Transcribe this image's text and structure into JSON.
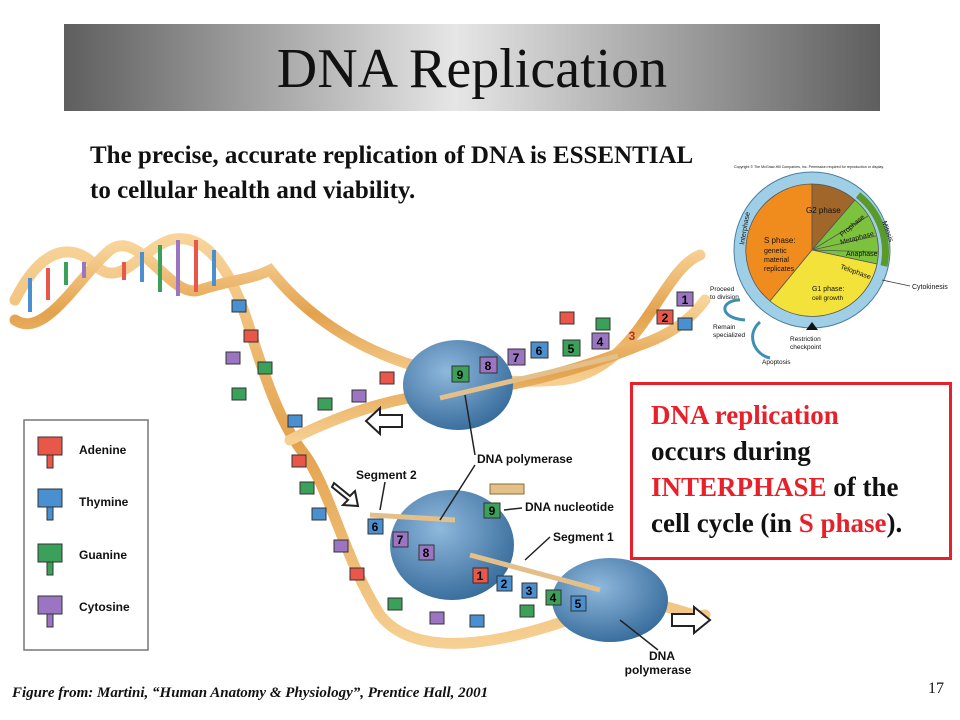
{
  "title": "DNA Replication",
  "subtitle": {
    "line1": "The precise, accurate replication of DNA is ESSENTIAL",
    "line2": "to cellular health and viability."
  },
  "legend": [
    {
      "label": "Adenine",
      "color": "#e8574a"
    },
    {
      "label": "Thymine",
      "color": "#4a8fd0"
    },
    {
      "label": "Guanine",
      "color": "#3aa05a"
    },
    {
      "label": "Cytosine",
      "color": "#9b74c2"
    }
  ],
  "diagram_labels": {
    "segment_2": "Segment 2",
    "segment_1": "Segment 1",
    "dna_polymerase_mid": "DNA polymerase",
    "dna_nucleotide": "DNA nucleotide",
    "dna_polymerase_bottom_1": "DNA",
    "dna_polymerase_bottom_2": "polymerase"
  },
  "nucleotide_numbers": {
    "top_right": [
      "1",
      "2",
      "3"
    ],
    "top_enzyme": [
      "9",
      "8",
      "7",
      "6",
      "5",
      "4"
    ],
    "middle_enzyme": [
      "6",
      "7",
      "8"
    ],
    "free_nucleotide": "9",
    "bottom_enzyme": [
      "1",
      "2",
      "3",
      "4",
      "5"
    ]
  },
  "cell_cycle": {
    "copyright": "Copyright © The McGraw-Hill Companies, Inc. Permission required for reproduction or display.",
    "s_phase": [
      "S phase:",
      "genetic",
      "material",
      "replicates"
    ],
    "g2_phase": "G2 phase",
    "g1_phase": [
      "G1 phase:",
      "cell growth"
    ],
    "interphase": "Interphase",
    "mitosis": "Mitosis",
    "prophase": "Prophase",
    "metaphase": "Metaphase",
    "anaphase": "Anaphase",
    "telophase": "Telophase",
    "cytokinesis": "Cytokinesis",
    "proceed": [
      "Proceed",
      "to division"
    ],
    "remain": [
      "Remain",
      "specialized"
    ],
    "restriction": [
      "Restriction",
      "checkpoint"
    ],
    "apoptosis": "Apoptosis",
    "colors": {
      "s": "#f08c1e",
      "g2": "#a0662a",
      "g1": "#f2e23a",
      "mitosis": "#7cc23c",
      "ring": "#9fcfe6"
    }
  },
  "info_box": {
    "line1": "DNA replication",
    "line2": "occurs during",
    "line3_red": "INTERPHASE",
    "line3_rest": " of the",
    "line4_pre": "cell cycle (in ",
    "line4_red": "S phase",
    "line4_post": ")."
  },
  "caption": "Figure from: Martini, “Human Anatomy & Physiology”, Prentice Hall, 2001",
  "page_number": "17"
}
